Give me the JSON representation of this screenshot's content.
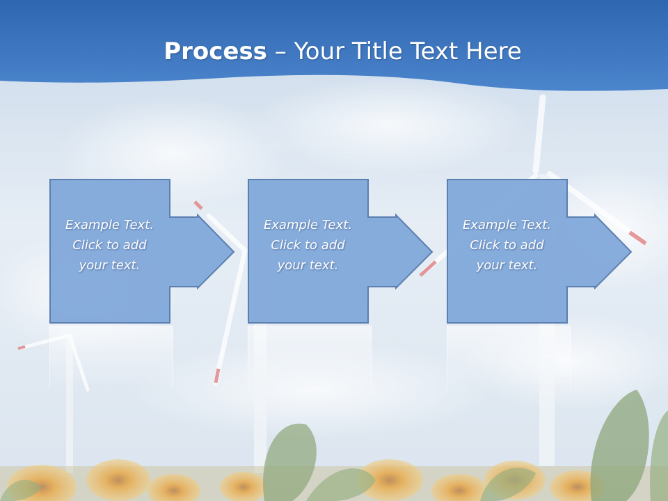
{
  "slide": {
    "title_bold": "Process",
    "title_rest": " – Your Title Text Here"
  },
  "colors": {
    "banner": "#3f78c3",
    "box_fill": "#7ea6d9",
    "box_stroke": "#5b7fb0",
    "sky_light": "#e8eff7"
  },
  "steps": [
    {
      "line1": "Example Text.",
      "line2": "Click  to add",
      "line3": "your text."
    },
    {
      "line1": "Example Text.",
      "line2": "Click  to add",
      "line3": "your text."
    },
    {
      "line1": "Example Text.",
      "line2": "Click  to add",
      "line3": "your text."
    }
  ]
}
